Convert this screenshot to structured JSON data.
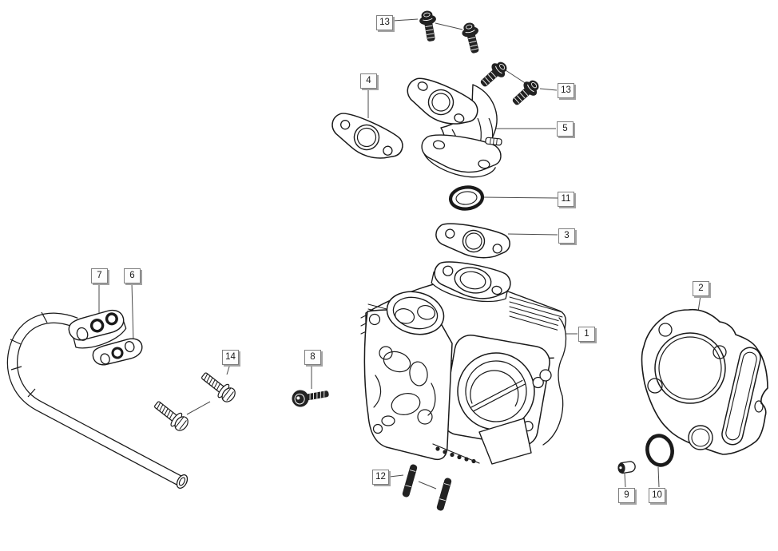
{
  "diagram": {
    "type": "exploded-parts-diagram",
    "subject": "cylinder-head-assembly",
    "background_color": "#ffffff",
    "line_color": "#1a1a1a",
    "leader_line_color": "#4a4a4a",
    "callout_box": {
      "background": "#fdfdfd",
      "border_color": "#7f7f7f",
      "shadow_color": "#a3a3a3",
      "text_color": "#1a1a1a"
    }
  },
  "callouts": [
    {
      "number": "13",
      "part": "flange-bolts-top-pair"
    },
    {
      "number": "4",
      "part": "carburetor-insulator-gasket"
    },
    {
      "number": "13",
      "part": "flange-bolts-middle-pair"
    },
    {
      "number": "5",
      "part": "inlet-manifold"
    },
    {
      "number": "11",
      "part": "o-ring-small"
    },
    {
      "number": "3",
      "part": "inlet-pipe-gasket"
    },
    {
      "number": "7",
      "part": "air-pipe-flange"
    },
    {
      "number": "6",
      "part": "pipe-gasket"
    },
    {
      "number": "2",
      "part": "cylinder-head-gasket"
    },
    {
      "number": "1",
      "part": "cylinder-head"
    },
    {
      "number": "14",
      "part": "hex-flange-bolts"
    },
    {
      "number": "8",
      "part": "pan-head-screw"
    },
    {
      "number": "12",
      "part": "studs"
    },
    {
      "number": "9",
      "part": "end-cap"
    },
    {
      "number": "10",
      "part": "o-ring-large"
    }
  ]
}
